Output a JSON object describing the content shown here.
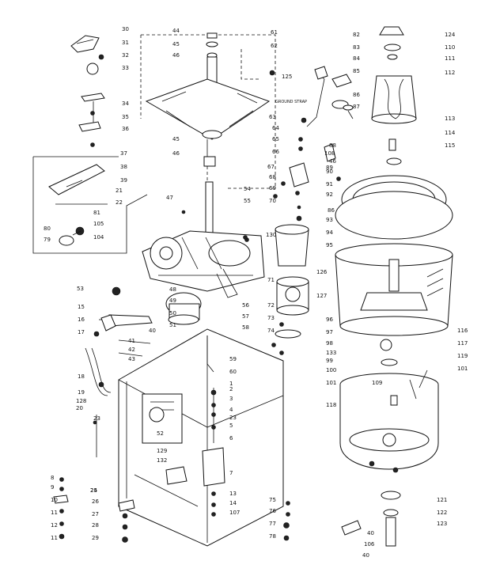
{
  "callouts": [
    {
      "id": "c30",
      "text": "30"
    },
    {
      "id": "c31",
      "text": "31"
    },
    {
      "id": "c32",
      "text": "32"
    },
    {
      "id": "c33",
      "text": "33"
    },
    {
      "id": "c34",
      "text": "34"
    },
    {
      "id": "c35",
      "text": "35"
    },
    {
      "id": "c36",
      "text": "36"
    },
    {
      "id": "c37",
      "text": "37"
    },
    {
      "id": "c38",
      "text": "38"
    },
    {
      "id": "c39",
      "text": "39"
    },
    {
      "id": "c21",
      "text": "21"
    },
    {
      "id": "c22",
      "text": "22"
    },
    {
      "id": "c81",
      "text": "81"
    },
    {
      "id": "c105",
      "text": "105"
    },
    {
      "id": "c80",
      "text": "80"
    },
    {
      "id": "c79",
      "text": "79"
    },
    {
      "id": "c104",
      "text": "104"
    },
    {
      "id": "c44",
      "text": "44"
    },
    {
      "id": "c45",
      "text": "45"
    },
    {
      "id": "c46",
      "text": "46"
    },
    {
      "id": "c61",
      "text": "61"
    },
    {
      "id": "c62",
      "text": "62"
    },
    {
      "id": "c45b",
      "text": "45"
    },
    {
      "id": "c46b",
      "text": "46"
    },
    {
      "id": "c47",
      "text": "47"
    },
    {
      "id": "c54",
      "text": "54"
    },
    {
      "id": "c55",
      "text": "55"
    },
    {
      "id": "c67",
      "text": "67"
    },
    {
      "id": "c48",
      "text": "48"
    },
    {
      "id": "c49",
      "text": "49"
    },
    {
      "id": "c50",
      "text": "50"
    },
    {
      "id": "c51",
      "text": "51"
    },
    {
      "id": "c53",
      "text": "53"
    },
    {
      "id": "c56",
      "text": "56"
    },
    {
      "id": "c57",
      "text": "57"
    },
    {
      "id": "c58",
      "text": "58"
    },
    {
      "id": "c15",
      "text": "15"
    },
    {
      "id": "c16",
      "text": "16"
    },
    {
      "id": "c17",
      "text": "17"
    },
    {
      "id": "c18",
      "text": "18"
    },
    {
      "id": "c19",
      "text": "19"
    },
    {
      "id": "c41",
      "text": "41"
    },
    {
      "id": "c42",
      "text": "42"
    },
    {
      "id": "c43",
      "text": "43"
    },
    {
      "id": "c40",
      "text": "40"
    },
    {
      "id": "c128",
      "text": "128"
    },
    {
      "id": "c20",
      "text": "20"
    },
    {
      "id": "c23",
      "text": "23"
    },
    {
      "id": "c52",
      "text": "52"
    },
    {
      "id": "c59",
      "text": "59"
    },
    {
      "id": "c60",
      "text": "60"
    },
    {
      "id": "c1",
      "text": "1"
    },
    {
      "id": "c2",
      "text": "2"
    },
    {
      "id": "c3",
      "text": "3"
    },
    {
      "id": "c4",
      "text": "4"
    },
    {
      "id": "c5",
      "text": "5"
    },
    {
      "id": "c6",
      "text": "6"
    },
    {
      "id": "c7",
      "text": "7"
    },
    {
      "id": "c23b",
      "text": "23"
    },
    {
      "id": "c129",
      "text": "129"
    },
    {
      "id": "c132",
      "text": "132"
    },
    {
      "id": "c13",
      "text": "13"
    },
    {
      "id": "c14",
      "text": "14"
    },
    {
      "id": "c107",
      "text": "107"
    },
    {
      "id": "c8",
      "text": "8"
    },
    {
      "id": "c9",
      "text": "9"
    },
    {
      "id": "c10",
      "text": "10"
    },
    {
      "id": "c11",
      "text": "11"
    },
    {
      "id": "c12",
      "text": "12"
    },
    {
      "id": "c11b",
      "text": "11"
    },
    {
      "id": "c24",
      "text": "24"
    },
    {
      "id": "c25",
      "text": "25"
    },
    {
      "id": "c26",
      "text": "26"
    },
    {
      "id": "c27",
      "text": "27"
    },
    {
      "id": "c28",
      "text": "28"
    },
    {
      "id": "c29",
      "text": "29"
    },
    {
      "id": "c125",
      "text": "125"
    },
    {
      "id": "c63",
      "text": "63"
    },
    {
      "id": "c64",
      "text": "64"
    },
    {
      "id": "c65",
      "text": "65"
    },
    {
      "id": "c66",
      "text": "66"
    },
    {
      "id": "c68",
      "text": "68"
    },
    {
      "id": "c69",
      "text": "69"
    },
    {
      "id": "c70",
      "text": "70"
    },
    {
      "id": "c82",
      "text": "82"
    },
    {
      "id": "c83",
      "text": "83"
    },
    {
      "id": "c84",
      "text": "84"
    },
    {
      "id": "c85",
      "text": "85"
    },
    {
      "id": "c86",
      "text": "86"
    },
    {
      "id": "c87",
      "text": "87"
    },
    {
      "id": "c88",
      "text": "88"
    },
    {
      "id": "c108",
      "text": "108"
    },
    {
      "id": "c46c",
      "text": "46"
    },
    {
      "id": "c89",
      "text": "89"
    },
    {
      "id": "c90",
      "text": "90"
    },
    {
      "id": "c91",
      "text": "91"
    },
    {
      "id": "c92",
      "text": "92"
    },
    {
      "id": "c93",
      "text": "93"
    },
    {
      "id": "c94",
      "text": "94"
    },
    {
      "id": "c130",
      "text": "130"
    },
    {
      "id": "c95",
      "text": "95"
    },
    {
      "id": "c126",
      "text": "126"
    },
    {
      "id": "c127",
      "text": "127"
    },
    {
      "id": "c86b",
      "text": "86"
    },
    {
      "id": "c71",
      "text": "71"
    },
    {
      "id": "c72",
      "text": "72"
    },
    {
      "id": "c73",
      "text": "73"
    },
    {
      "id": "c74",
      "text": "74"
    },
    {
      "id": "c133",
      "text": "133"
    },
    {
      "id": "c96",
      "text": "96"
    },
    {
      "id": "c97",
      "text": "97"
    },
    {
      "id": "c98",
      "text": "98"
    },
    {
      "id": "c99",
      "text": "99"
    },
    {
      "id": "c100",
      "text": "100"
    },
    {
      "id": "c101",
      "text": "101"
    },
    {
      "id": "c109",
      "text": "109"
    },
    {
      "id": "c118",
      "text": "118"
    },
    {
      "id": "c116",
      "text": "116"
    },
    {
      "id": "c117",
      "text": "117"
    },
    {
      "id": "c119",
      "text": "119"
    },
    {
      "id": "c101b",
      "text": "101"
    },
    {
      "id": "c124",
      "text": "124"
    },
    {
      "id": "c110",
      "text": "110"
    },
    {
      "id": "c111",
      "text": "111"
    },
    {
      "id": "c112",
      "text": "112"
    },
    {
      "id": "c113",
      "text": "113"
    },
    {
      "id": "c114",
      "text": "114"
    },
    {
      "id": "c115",
      "text": "115"
    },
    {
      "id": "c75",
      "text": "75"
    },
    {
      "id": "c76",
      "text": "76"
    },
    {
      "id": "c77",
      "text": "77"
    },
    {
      "id": "c78",
      "text": "78"
    },
    {
      "id": "c121",
      "text": "121"
    },
    {
      "id": "c122",
      "text": "122"
    },
    {
      "id": "c123",
      "text": "123"
    },
    {
      "id": "c40b",
      "text": "40"
    },
    {
      "id": "c106",
      "text": "106"
    },
    {
      "id": "c40c",
      "text": "40"
    }
  ],
  "notes": {
    "ground_strap": "GROUND STRAP"
  }
}
